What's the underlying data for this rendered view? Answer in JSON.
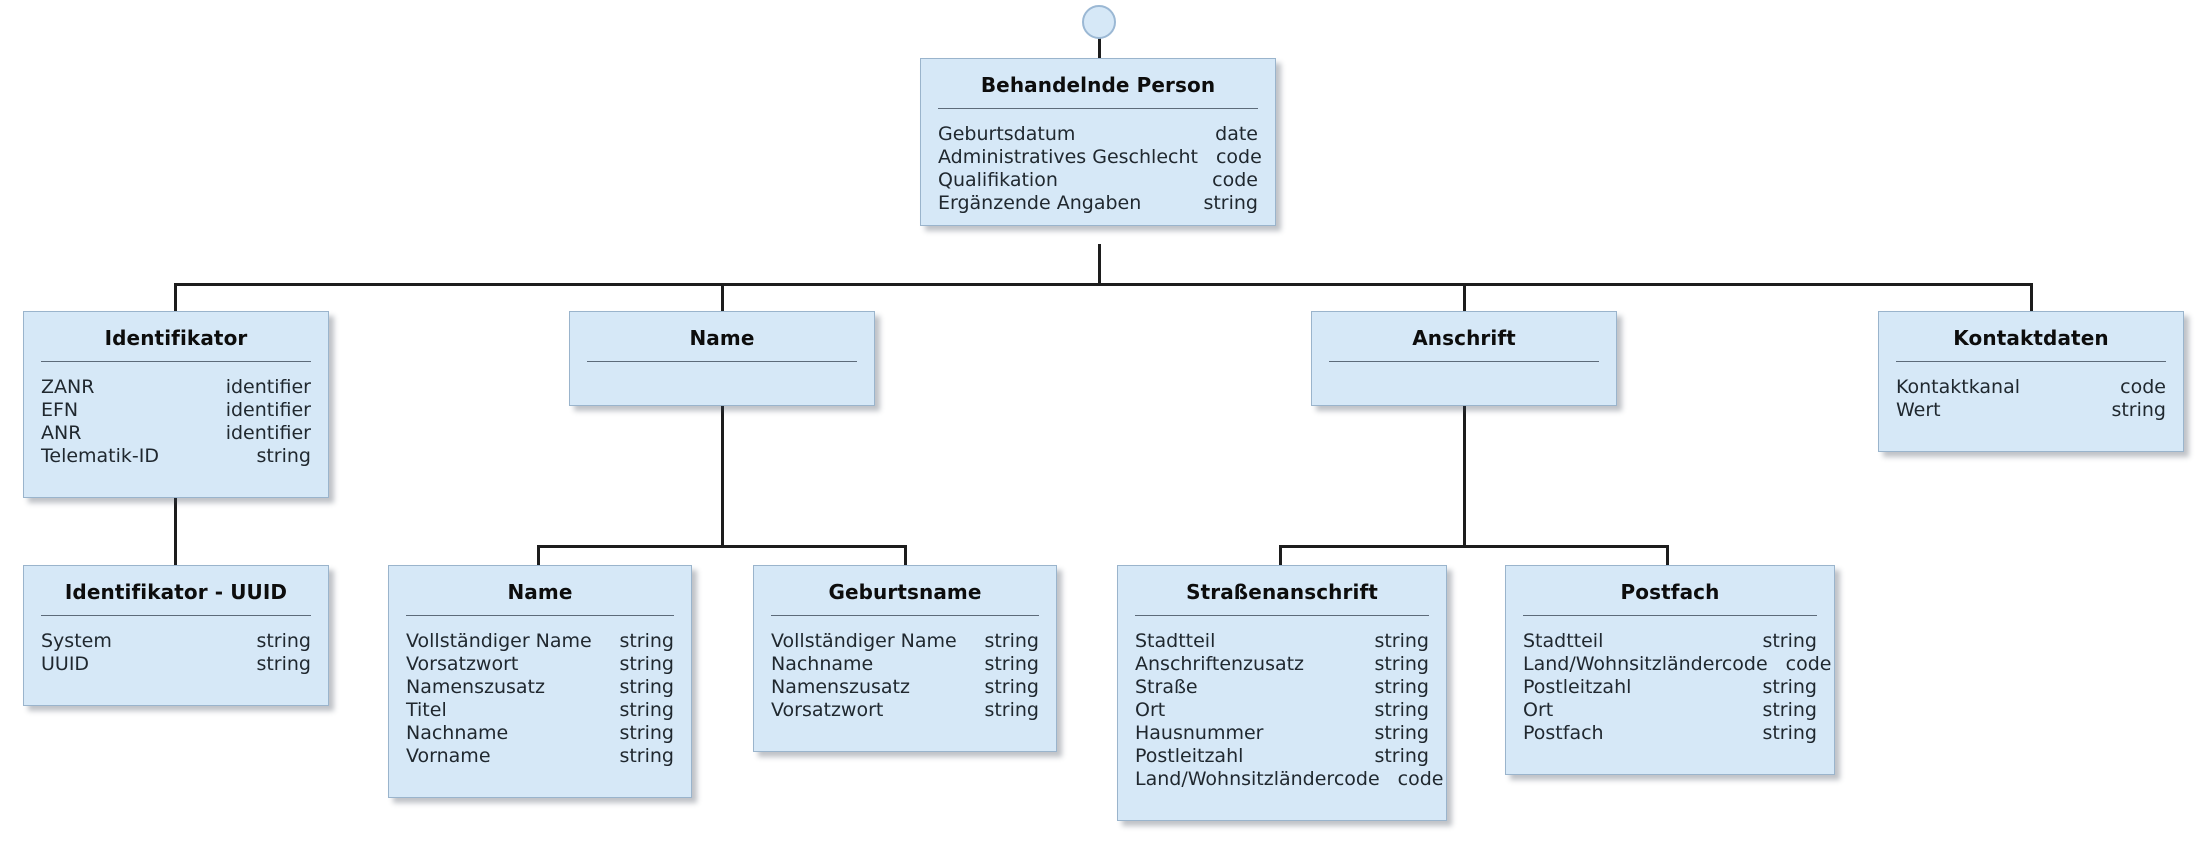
{
  "diagram": {
    "title": "Behandelnde Person",
    "type_labels": {
      "date": "date",
      "code": "code",
      "string": "string",
      "identifier": "identifier"
    },
    "colors": {
      "node_fill": "#d6e8f7",
      "node_border": "#9ab4cc",
      "header_rule": "#5d6b7a",
      "edge": "#1d1d1d",
      "text": "#20282f",
      "canvas": "#ffffff"
    }
  },
  "nodes": {
    "behandelnde_person": {
      "title": "Behandelnde Person",
      "attrs": [
        {
          "name": "Geburtsdatum",
          "type": "date"
        },
        {
          "name": "Administratives Geschlecht",
          "type": "code"
        },
        {
          "name": "Qualifikation",
          "type": "code"
        },
        {
          "name": "Ergänzende Angaben",
          "type": "string"
        }
      ]
    },
    "identifikator": {
      "title": "Identifikator",
      "attrs": [
        {
          "name": "ZANR",
          "type": "identifier"
        },
        {
          "name": "EFN",
          "type": "identifier"
        },
        {
          "name": "ANR",
          "type": "identifier"
        },
        {
          "name": "Telematik-ID",
          "type": "string"
        }
      ]
    },
    "name_group": {
      "title": "Name",
      "attrs": []
    },
    "anschrift_group": {
      "title": "Anschrift",
      "attrs": []
    },
    "kontaktdaten": {
      "title": "Kontaktdaten",
      "attrs": [
        {
          "name": "Kontaktkanal",
          "type": "code"
        },
        {
          "name": "Wert",
          "type": "string"
        }
      ]
    },
    "identifikator_uuid": {
      "title": "Identifikator - UUID",
      "attrs": [
        {
          "name": "System",
          "type": "string"
        },
        {
          "name": "UUID",
          "type": "string"
        }
      ]
    },
    "name_detail": {
      "title": "Name",
      "attrs": [
        {
          "name": "Vollständiger Name",
          "type": "string"
        },
        {
          "name": "Vorsatzwort",
          "type": "string"
        },
        {
          "name": "Namenszusatz",
          "type": "string"
        },
        {
          "name": "Titel",
          "type": "string"
        },
        {
          "name": "Nachname",
          "type": "string"
        },
        {
          "name": "Vorname",
          "type": "string"
        }
      ]
    },
    "geburtsname": {
      "title": "Geburtsname",
      "attrs": [
        {
          "name": "Vollständiger Name",
          "type": "string"
        },
        {
          "name": "Nachname",
          "type": "string"
        },
        {
          "name": "Namenszusatz",
          "type": "string"
        },
        {
          "name": "Vorsatzwort",
          "type": "string"
        }
      ]
    },
    "strassenanschrift": {
      "title": "Straßenanschrift",
      "attrs": [
        {
          "name": "Stadtteil",
          "type": "string"
        },
        {
          "name": "Anschriftenzusatz",
          "type": "string"
        },
        {
          "name": "Straße",
          "type": "string"
        },
        {
          "name": "Ort",
          "type": "string"
        },
        {
          "name": "Hausnummer",
          "type": "string"
        },
        {
          "name": "Postleitzahl",
          "type": "string"
        },
        {
          "name": "Land/Wohnsitzländercode",
          "type": "code"
        }
      ]
    },
    "postfach": {
      "title": "Postfach",
      "attrs": [
        {
          "name": "Stadtteil",
          "type": "string"
        },
        {
          "name": "Land/Wohnsitzländercode",
          "type": "code"
        },
        {
          "name": "Postleitzahl",
          "type": "string"
        },
        {
          "name": "Ort",
          "type": "string"
        },
        {
          "name": "Postfach",
          "type": "string"
        }
      ]
    }
  }
}
